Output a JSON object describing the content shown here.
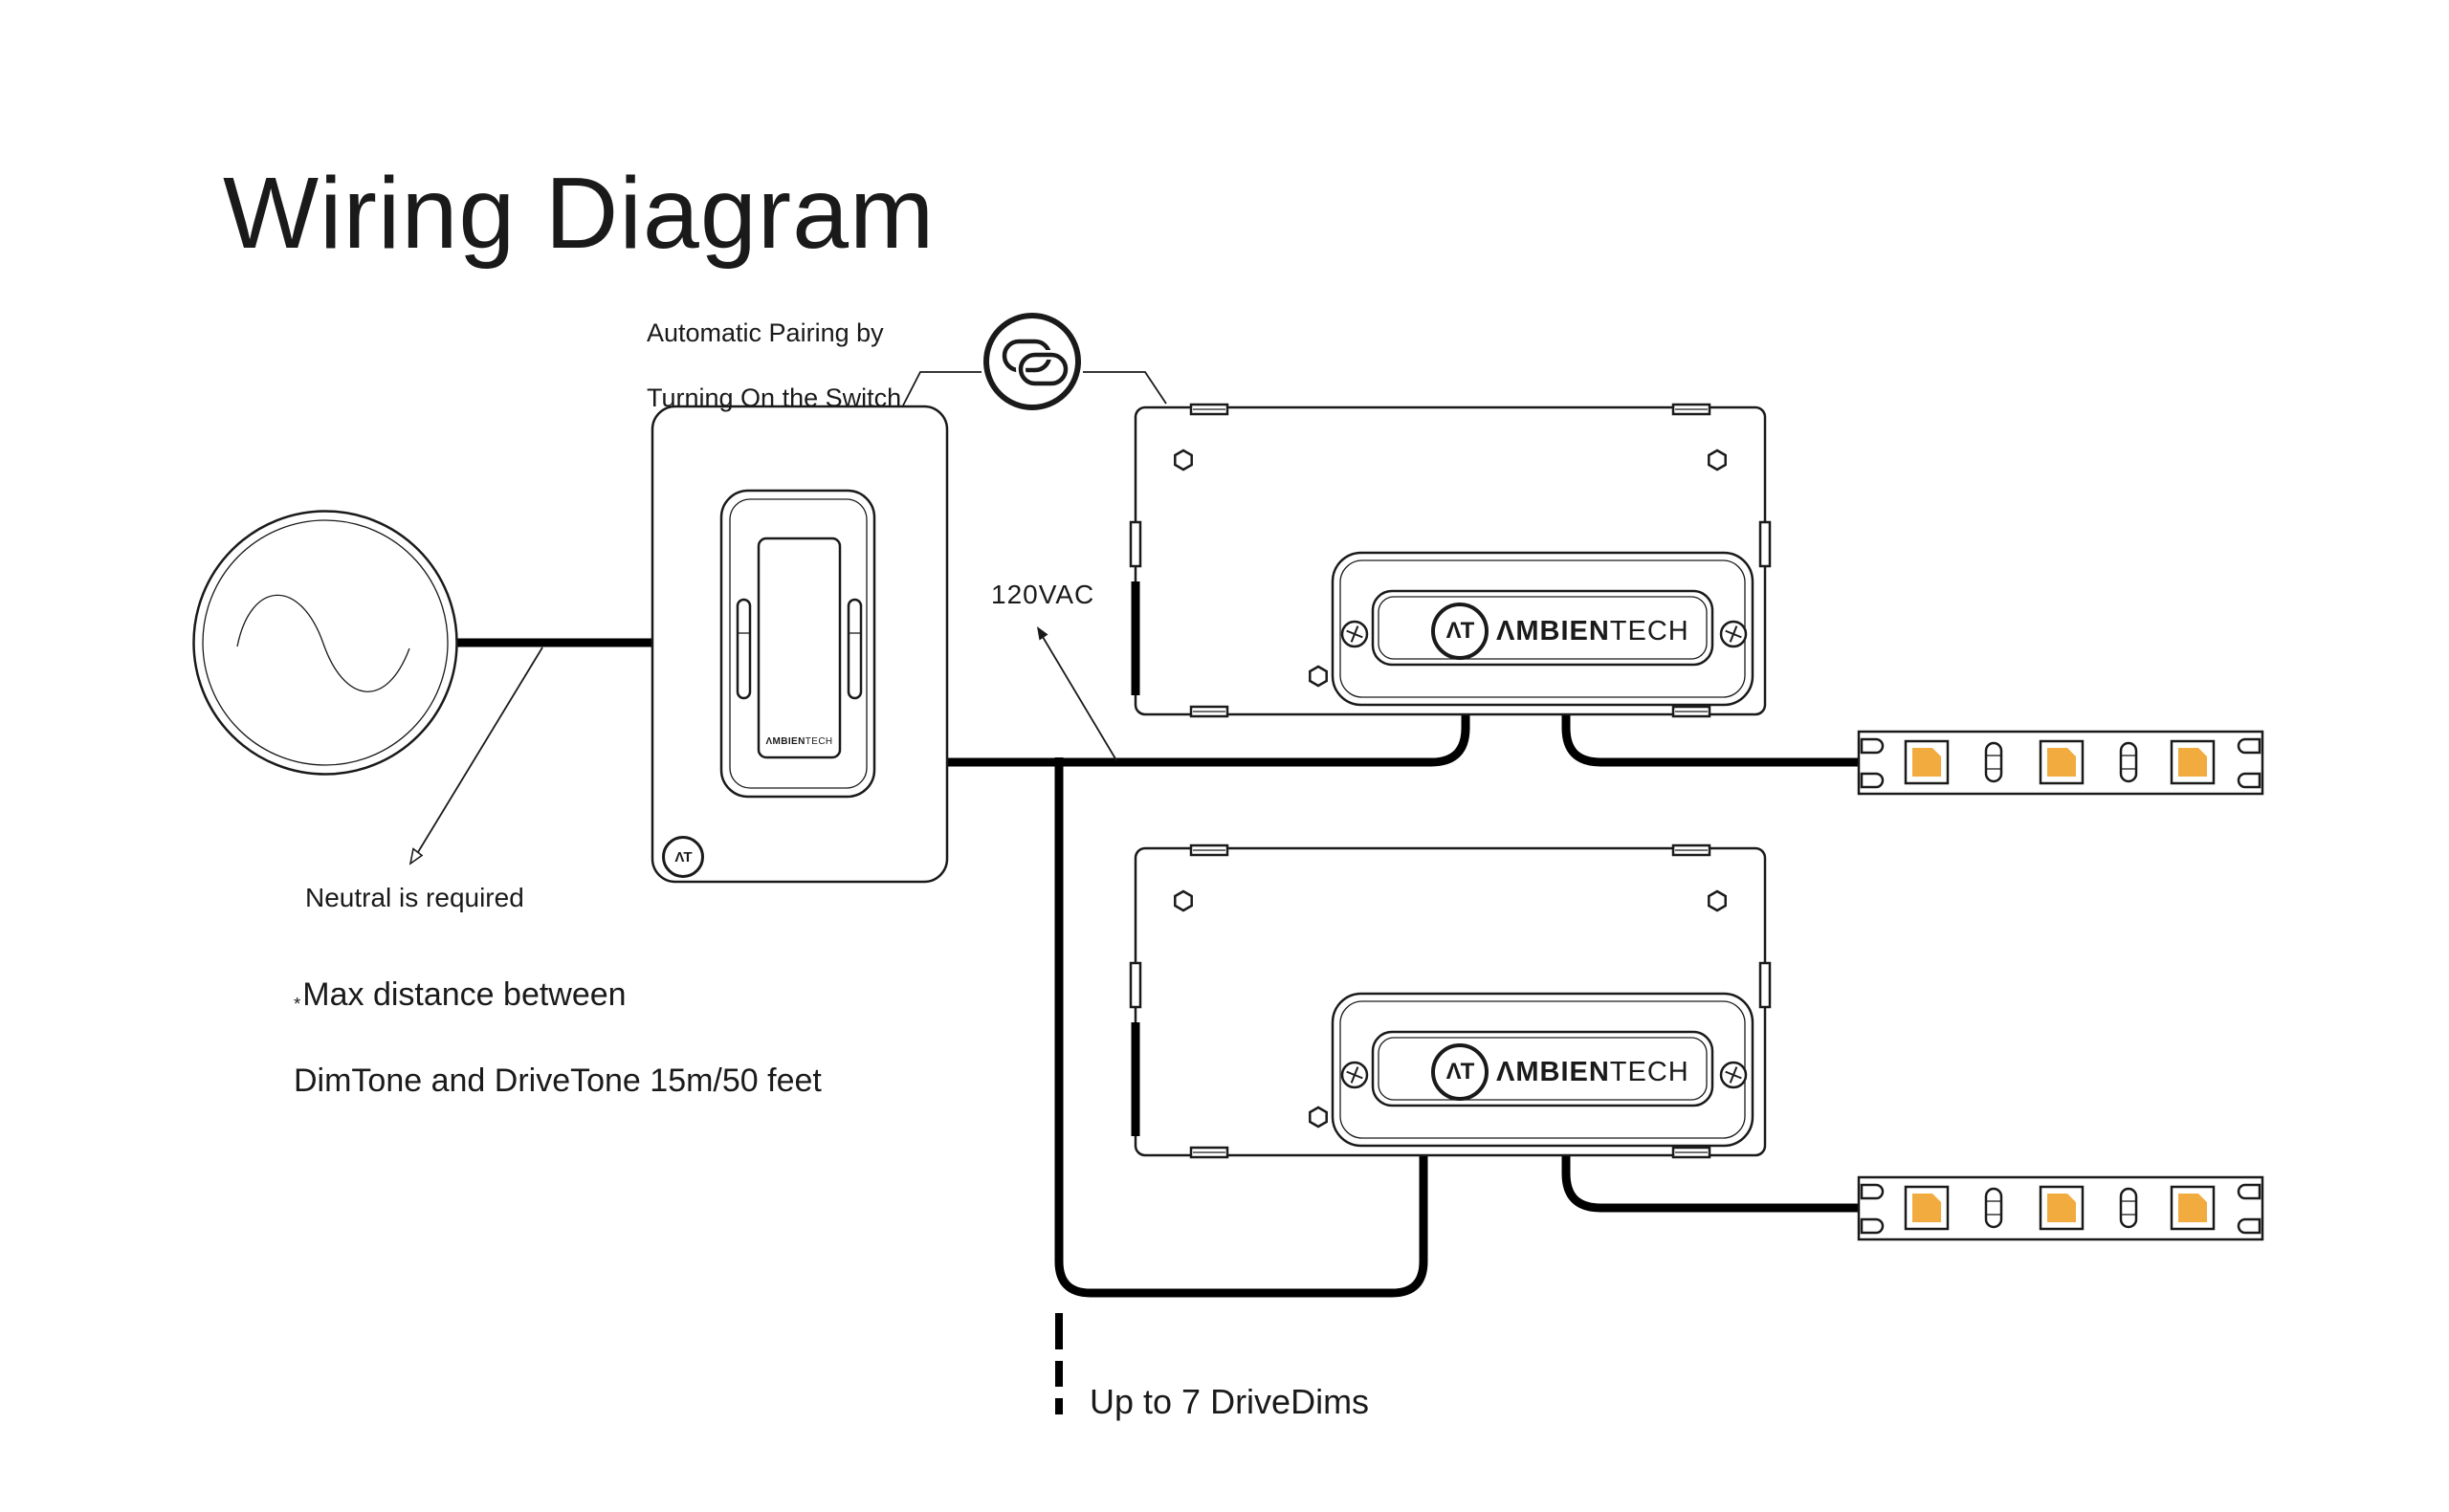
{
  "title": "Wiring Diagram",
  "colors": {
    "ink": "#1a1a1a",
    "wire": "#000000",
    "led_orange": "#f2ab3f"
  },
  "annotations": {
    "pairing_line1": "Automatic Pairing by",
    "pairing_line2": "Turning On the Switch",
    "voltage_label": "120VAC",
    "neutral_note": "Neutral is required",
    "distance_asterisk": "*",
    "distance_line1": "Max distance between",
    "distance_line2": "DimTone and DriveTone 15m/50 feet",
    "daisy_chain_label": "Up to 7 DriveDims"
  },
  "devices": {
    "dimmer_switch": {
      "logo_monogram": "ΛT",
      "brand_bold": "ΛMBIEN",
      "brand_light": "TECH"
    },
    "led_driver_1": {
      "logo_monogram": "ΛT",
      "brand_bold": "ΛMBIEN",
      "brand_light": "TECH"
    },
    "led_driver_2": {
      "logo_monogram": "ΛT",
      "brand_bold": "ΛMBIEN",
      "brand_light": "TECH"
    }
  }
}
